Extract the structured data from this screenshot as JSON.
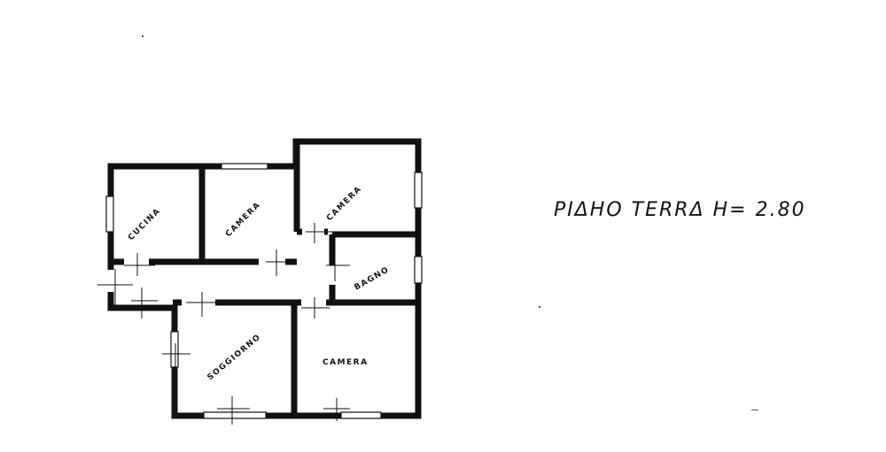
{
  "title": "PIΔΗΟ TERRΔ  H= 2.80",
  "rooms": {
    "cucina": "CUCINA",
    "camera_1": "CAMERA",
    "camera_2": "CAMERA",
    "bagno": "BAGNO",
    "soggiorno": "SOGGIORNO",
    "camera_3": "CAMERA"
  }
}
